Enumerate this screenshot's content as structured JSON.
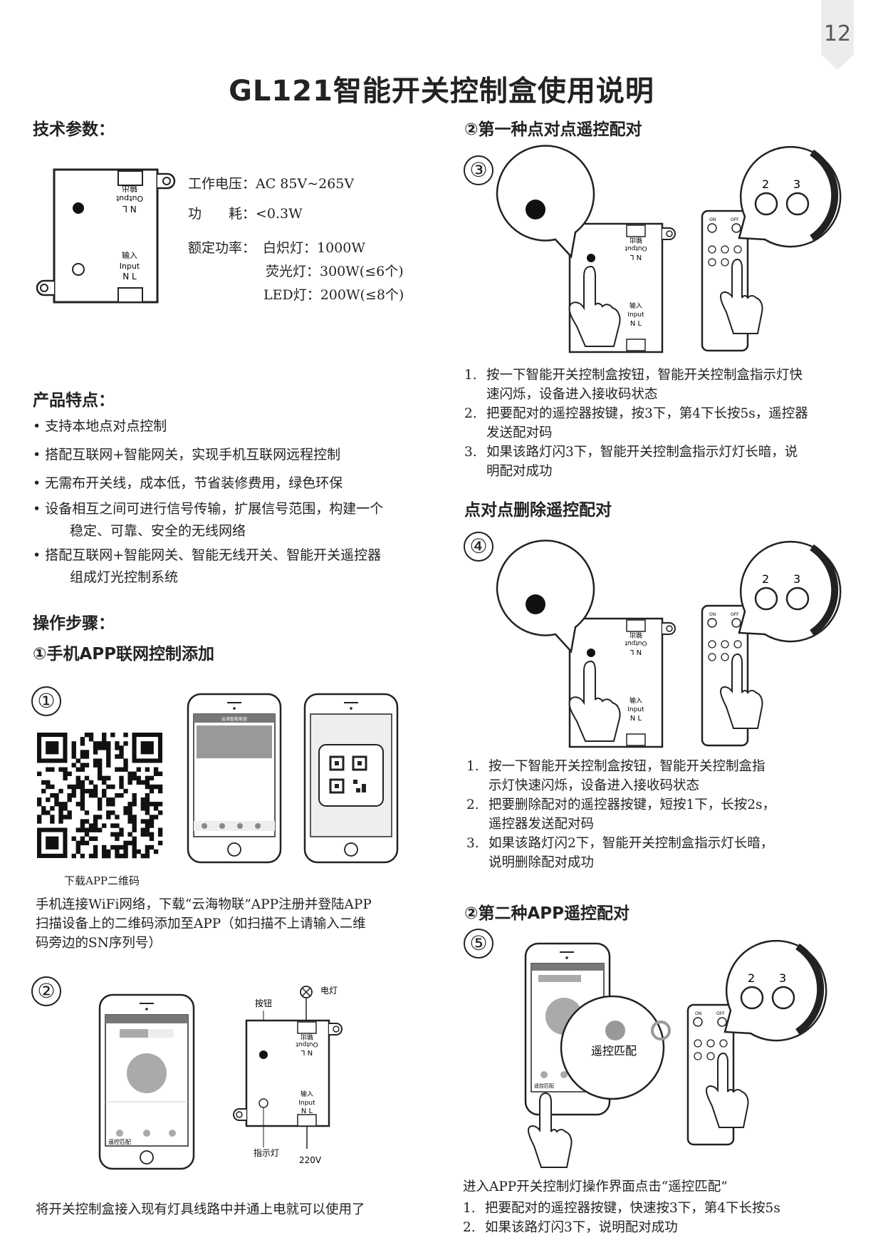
{
  "page_number": "12",
  "title": "GL121智能开关控制盒使用说明",
  "tech": {
    "heading": "技术参数：",
    "voltage": "工作电压：AC 85V~265V",
    "power": "功　　耗：<0.3W",
    "rated_label": "额定功率：",
    "rated_1": "白炽灯：1000W",
    "rated_2": "荧光灯：300W(≤6个)",
    "rated_3": "LED灯：200W(≤8个)"
  },
  "features": {
    "heading": "产品特点：",
    "items": [
      "支持本地点对点控制",
      "搭配互联网+智能网关，实现手机互联网远程控制",
      "无需布开关线，成本低，节省装修费用，绿色环保",
      "设备相互之间可进行信号传输，扩展信号范围，构建一个",
      "稳定、可靠、安全的无线网络",
      "搭配互联网+智能网关、智能无线开关、智能开关遥控器",
      "组成灯光控制系统"
    ]
  },
  "steps": {
    "heading": "操作步骤：",
    "sub1": "①手机APP联网控制添加",
    "qr_caption": "下载APP二维码",
    "app_title": "云海智能家居",
    "step1_text": [
      "手机连接WiFi网络，下载“云海物联”APP注册并登陆APP",
      "扫描设备上的二维码添加至APP（如扫描不上请输入二维",
      "码旁边的SN序列号）"
    ],
    "step2_text": "将开关控制盒接入现有灯具线路中并通上电就可以使用了",
    "labels": {
      "button": "按钮",
      "lamp": "电灯",
      "indicator": "指示灯",
      "v220": "220V",
      "remote_match_small": "遥控匹配",
      "output": "Output",
      "output_cn": "输出",
      "input": "Input",
      "input_cn": "输入",
      "nl": "N  L",
      "on": "ON",
      "off": "OFF",
      "btn2": "2",
      "btn3": "3"
    }
  },
  "right": {
    "sub_a": "②第一种点对点遥控配对",
    "pair_steps": [
      "按一下智能开关控制盒按钮，智能开关控制盒指示灯快",
      "速闪烁，设备进入接收码状态",
      "把要配对的遥控器按键，按3下，第4下长按5s，遥控器",
      "发送配对码",
      "如果该路灯闪3下，智能开关控制盒指示灯灯长暗，说",
      "明配对成功"
    ],
    "sub_b": "点对点删除遥控配对",
    "delete_steps": [
      "按一下智能开关控制盒按钮，智能开关控制盒指",
      "示灯快速闪烁，设备进入接收码状态",
      "把要删除配对的遥控器按键，短按1下，长按2s，",
      "遥控器发送配对码",
      "如果该路灯闪2下，智能开关控制盒指示灯长暗，",
      "说明删除配对成功"
    ],
    "sub_c": "②第二种APP遥控配对",
    "remote_match": "遥控匹配",
    "app_intro": "进入APP开关控制灯操作界面点击“遥控匹配”",
    "app_steps": [
      "把要配对的遥控器按键，快速按3下，第4下长按5s",
      "如果该路灯闪3下，说明配对成功"
    ]
  },
  "circle_numbers": [
    "①",
    "②",
    "③",
    "④",
    "⑤"
  ],
  "list_numbers": [
    "1.",
    "2.",
    "3."
  ]
}
